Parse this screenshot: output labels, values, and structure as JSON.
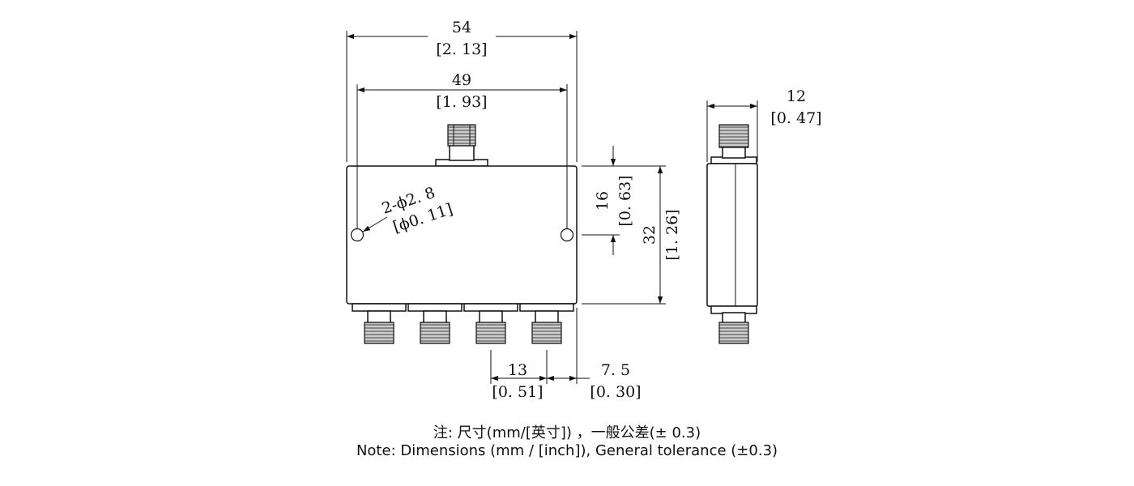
{
  "dimensions": {
    "overall_width": {
      "mm": "54",
      "inch": "[2. 13]"
    },
    "hole_spacing": {
      "mm": "49",
      "inch": "[1. 93]"
    },
    "hole_diameter": {
      "mm": "2-ϕ2. 8",
      "inch": "[ϕ0. 11]"
    },
    "hole_height": {
      "mm": "16",
      "inch": "[0. 63]"
    },
    "overall_height": {
      "mm": "32",
      "inch": "[1. 26]"
    },
    "thickness": {
      "mm": "12",
      "inch": "[0. 47]"
    },
    "port_pitch": {
      "mm": "13",
      "inch": "[0. 51]"
    },
    "edge_offset": {
      "mm": "7. 5",
      "inch": "[0. 30]"
    }
  },
  "notes": {
    "line_cn": "注: 尺寸(mm/[英寸]) ，一般公差(± 0.3)",
    "line_en": "Note: Dimensions (mm / [inch]), General tolerance (±0.3)"
  },
  "port_count": {
    "output": 4,
    "input": 1
  }
}
